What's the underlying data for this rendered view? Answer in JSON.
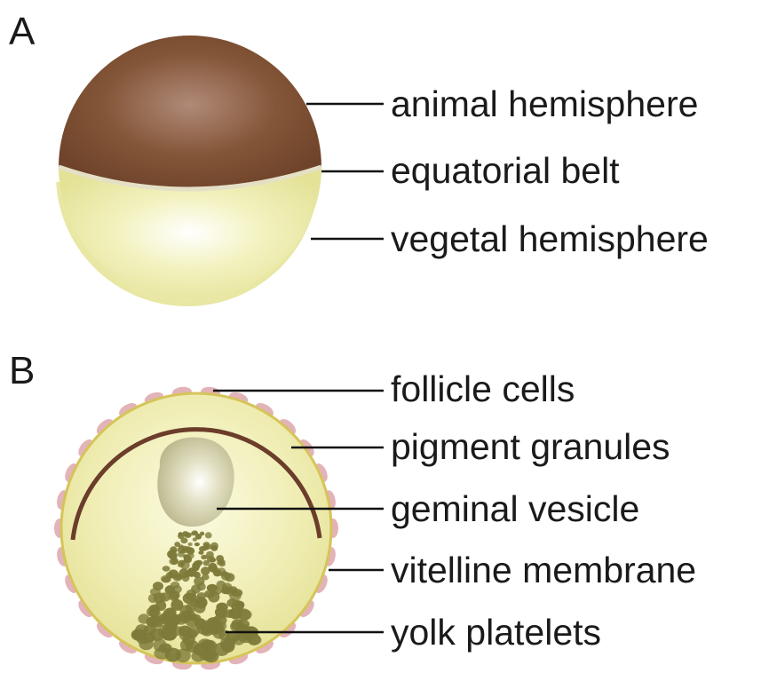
{
  "panels": [
    {
      "letter": "A",
      "labels": [
        "animal hemisphere",
        "equatorial belt",
        "vegetal hemisphere"
      ]
    },
    {
      "letter": "B",
      "labels": [
        "follicle cells",
        "pigment granules",
        "geminal vesicle",
        "vitelline membrane",
        "yolk platelets"
      ]
    }
  ],
  "colors": {
    "animal": "#7a4e34",
    "vegetal": "#efeeae",
    "equator": "#e0dcc4",
    "membrane": "#d8c860",
    "follicle": "#d89aa0",
    "pigment_arc": "#6b3d2a",
    "vesicle": "#c8c49a",
    "yolk": "#7d7a3a"
  }
}
